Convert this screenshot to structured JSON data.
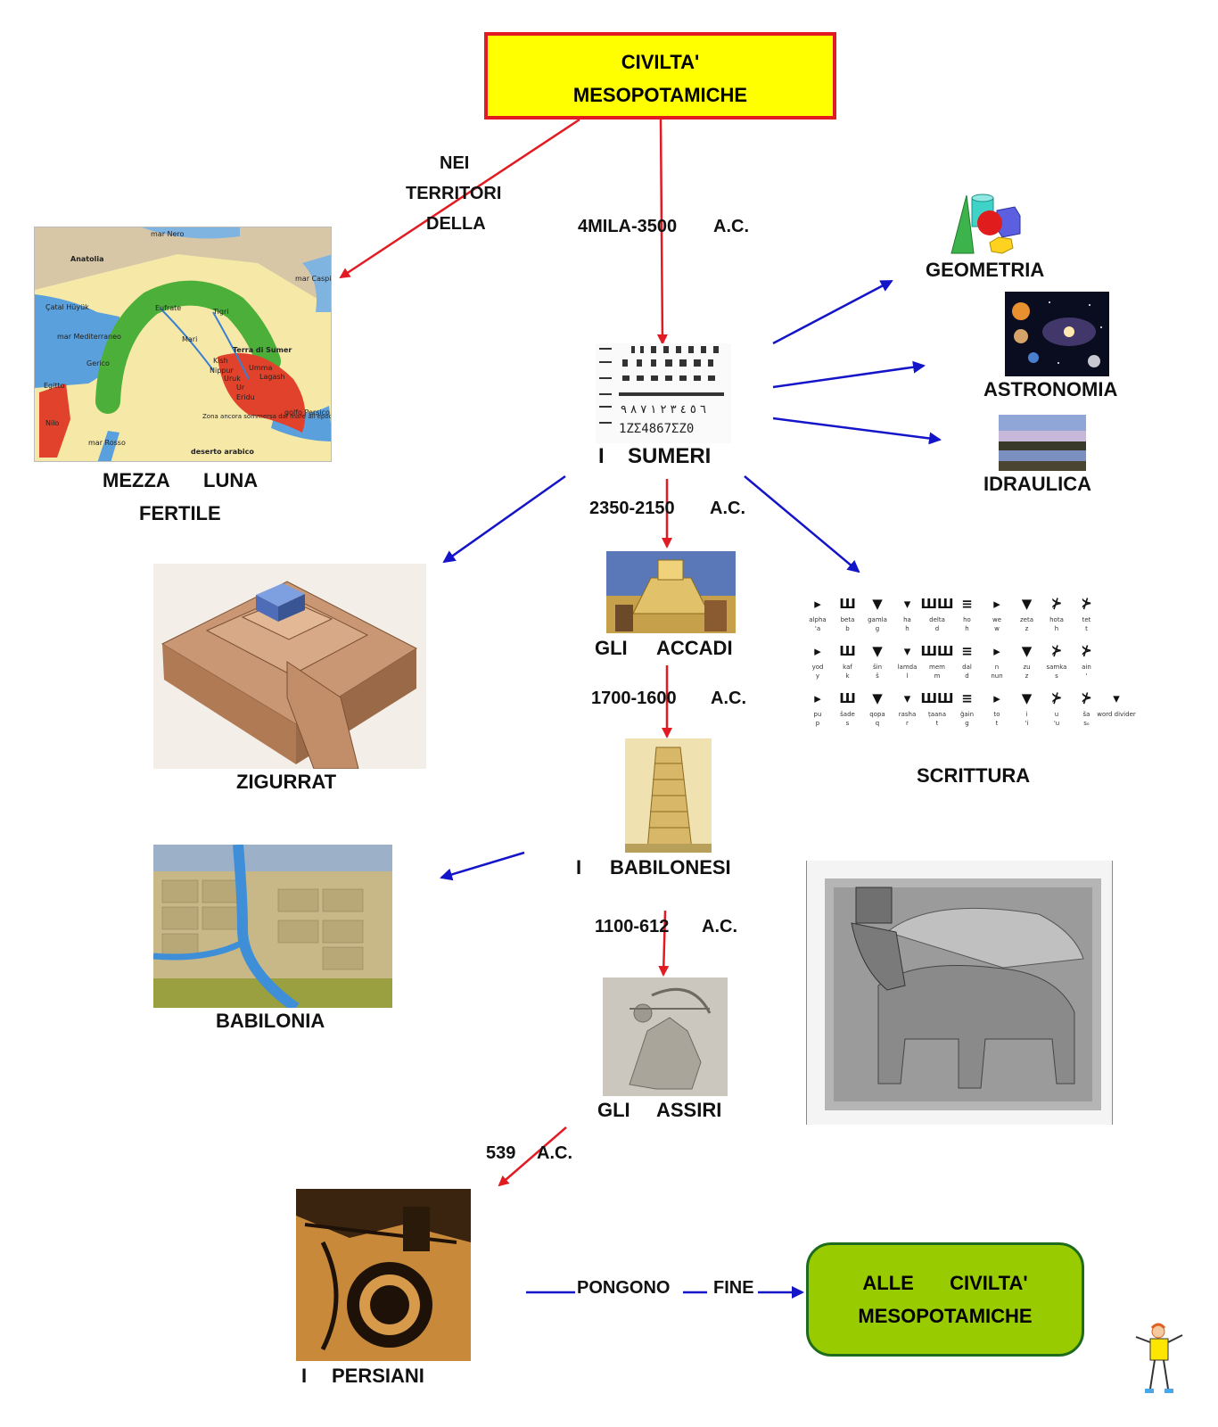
{
  "title": {
    "line1": "CIVILTA'",
    "line2": "MESOPOTAMICHE"
  },
  "edges": {
    "nei": "NEI",
    "territori": "TERRITORI",
    "della": "DELLA",
    "date_sumeri": "4MILA-3500",
    "ac": "A.C.",
    "date_accadi": "2350-2150",
    "date_babilonesi": "1700-1600",
    "date_assiri": "1100-612",
    "date_persiani": "539",
    "pongono": "PONGONO",
    "fine": "FINE"
  },
  "nodes": {
    "mezza": "MEZZA",
    "luna": "LUNA",
    "fertile": "FERTILE",
    "sumeri_i": "I",
    "sumeri": "SUMERI",
    "geometria": "GEOMETRIA",
    "astronomia": "ASTRONOMIA",
    "idraulica": "IDRAULICA",
    "zigurrat": "ZIGURRAT",
    "gli_accadi": "GLI",
    "accadi": "ACCADI",
    "scrittura": "SCRITTURA",
    "babilonesi_i": "I",
    "babilonesi": "BABILONESI",
    "babilonia": "BABILONIA",
    "gli_assiri": "GLI",
    "assiri": "ASSIRI",
    "persiani_i": "I",
    "persiani": "PERSIANI"
  },
  "end_box": {
    "line1": "ALLE",
    "line2": "CIVILTA'",
    "line3": "MESOPOTAMICHE"
  },
  "map_labels": {
    "mar_nero": "mar Nero",
    "anatolia": "Anatolia",
    "mar_caspio": "mar Caspio",
    "catal": "Çatal Hüyük",
    "eufrate": "Eufrate",
    "tigri": "Tigri",
    "mediterraneo": "mar Mediterraneo",
    "mari": "Mari",
    "terra_sumer": "Terra di Sumer",
    "kish": "Kish",
    "nippur": "Nippur",
    "umma": "Umma",
    "uruk": "Uruk",
    "lagash": "Lagash",
    "ur": "Ur",
    "eridu": "Eridu",
    "gerico": "Gerico",
    "egitto": "Egitto",
    "nilo": "Nilo",
    "zona": "Zona ancora sommersa dal mare all'epoca dei sumeri",
    "golfo": "golfo Persico",
    "mar_rosso": "mar Rosso",
    "deserto": "deserto arabico"
  },
  "alphabet": {
    "row1": [
      "alpha",
      "beta",
      "gamla",
      "ha",
      "delta",
      "ho",
      "we",
      "zeta",
      "hota",
      "tet"
    ],
    "row1b": [
      "'a",
      "b",
      "g",
      "h",
      "d",
      "h",
      "w",
      "z",
      "h",
      "t"
    ],
    "row2": [
      "yod",
      "kaf",
      "šin",
      "lamda",
      "mem",
      "dal",
      "n",
      "zu",
      "samka",
      "ain"
    ],
    "row2b": [
      "y",
      "k",
      "š",
      "l",
      "m",
      "d",
      "nun",
      "z",
      "s",
      "'"
    ],
    "row3": [
      "pu",
      "šade",
      "qopa",
      "rasha",
      "ṭaana",
      "ğain",
      "to",
      "i",
      "u",
      "ša",
      "word divider"
    ],
    "row3b": [
      "p",
      "s",
      "q",
      "r",
      "t",
      "g",
      "t",
      "'i",
      "'u",
      "sₒ"
    ]
  },
  "colors": {
    "title_fill": "#ffff00",
    "title_border": "#e21b23",
    "end_fill": "#99cc00",
    "end_border": "#1e6b1e",
    "red_arrow": "#e21b23",
    "blue_arrow": "#1414c8"
  }
}
